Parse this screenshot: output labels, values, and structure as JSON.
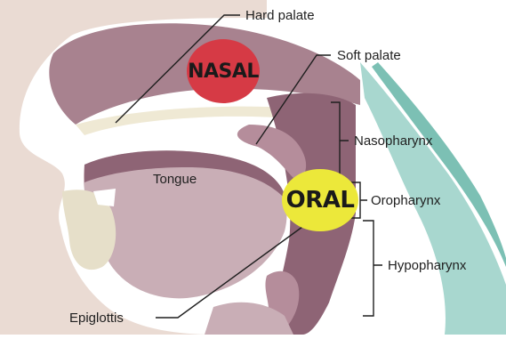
{
  "labels": {
    "hard_palate": "Hard palate",
    "soft_palate": "Soft palate",
    "nasopharynx": "Nasopharynx",
    "oropharynx": "Oropharynx",
    "hypopharynx": "Hypopharynx",
    "tongue": "Tongue",
    "epiglottis": "Epiglottis"
  },
  "badges": {
    "nasal": {
      "text": "NASAL",
      "color": "#d63a45",
      "text_color": "#1a1a1a"
    },
    "oral": {
      "text": "ORAL",
      "color": "#ece83a",
      "text_color": "#1a1a1a"
    }
  },
  "colors": {
    "tissue_mauve": "#a8828f",
    "tissue_dark": "#8e6475",
    "tissue_light": "#c9aeb6",
    "skin": "#e8d5cc",
    "bone": "#e6dfc9",
    "airway_teal": "#a8d7cf"
  }
}
